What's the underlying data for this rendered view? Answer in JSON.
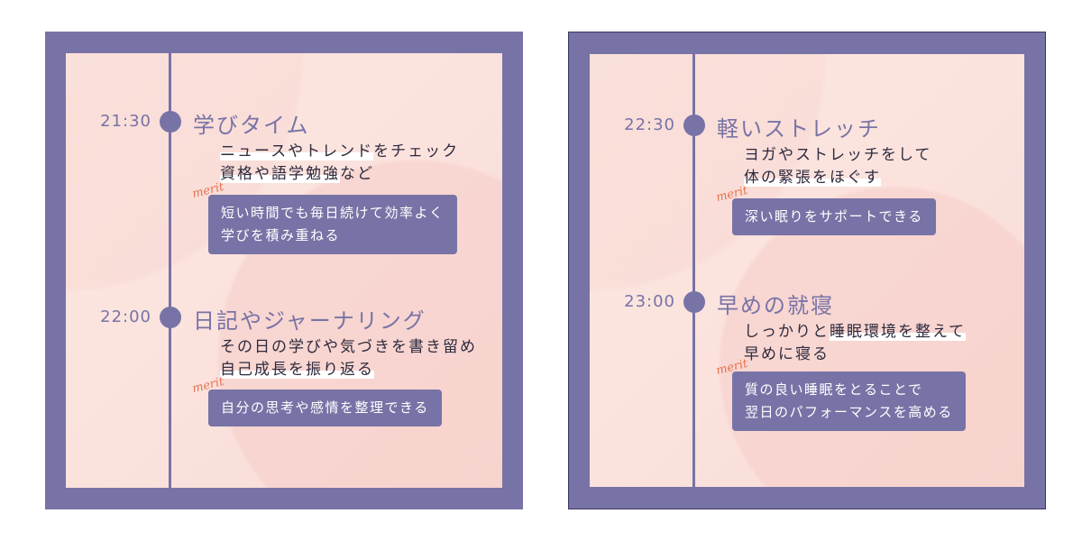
{
  "cards": [
    {
      "entries": [
        {
          "time": "21:30",
          "title": "学びタイム",
          "lines": [
            [
              {
                "t": "ニュースやトレンド",
                "hl": true
              },
              {
                "t": "をチェック",
                "hl": false
              }
            ],
            [
              {
                "t": "資格や語学勉強",
                "hl": true
              },
              {
                "t": "など",
                "hl": false
              }
            ]
          ],
          "merit_label": "merit",
          "merit": [
            "短い時間でも毎日続けて効率よく",
            "学びを積み重ねる"
          ]
        },
        {
          "time": "22:00",
          "title": "日記やジャーナリング",
          "lines": [
            [
              {
                "t": "その日の学びや気づきを書き留め",
                "hl": false
              }
            ],
            [
              {
                "t": "自己成長を振り返る",
                "hl": true
              }
            ]
          ],
          "merit_label": "merit",
          "merit": [
            "自分の思考や感情を整理できる"
          ]
        }
      ]
    },
    {
      "entries": [
        {
          "time": "22:30",
          "title": "軽いストレッチ",
          "lines": [
            [
              {
                "t": "ヨガやストレッチをして",
                "hl": false
              }
            ],
            [
              {
                "t": "体の緊張をほぐす",
                "hl": true
              }
            ]
          ],
          "merit_label": "merit",
          "merit": [
            "深い眠りをサポートできる"
          ]
        },
        {
          "time": "23:00",
          "title": "早めの就寝",
          "lines": [
            [
              {
                "t": "しっかりと",
                "hl": false
              },
              {
                "t": "睡眠環境を整えて",
                "hl": true
              }
            ],
            [
              {
                "t": "早めに寝る",
                "hl": false
              }
            ]
          ],
          "merit_label": "merit",
          "merit": [
            "質の良い睡眠をとることで",
            "翌日のパフォーマンスを高める"
          ]
        }
      ]
    }
  ],
  "colors": {
    "frame": "#7873a6",
    "accent": "#e8714f",
    "text": "#2d2a3e"
  }
}
